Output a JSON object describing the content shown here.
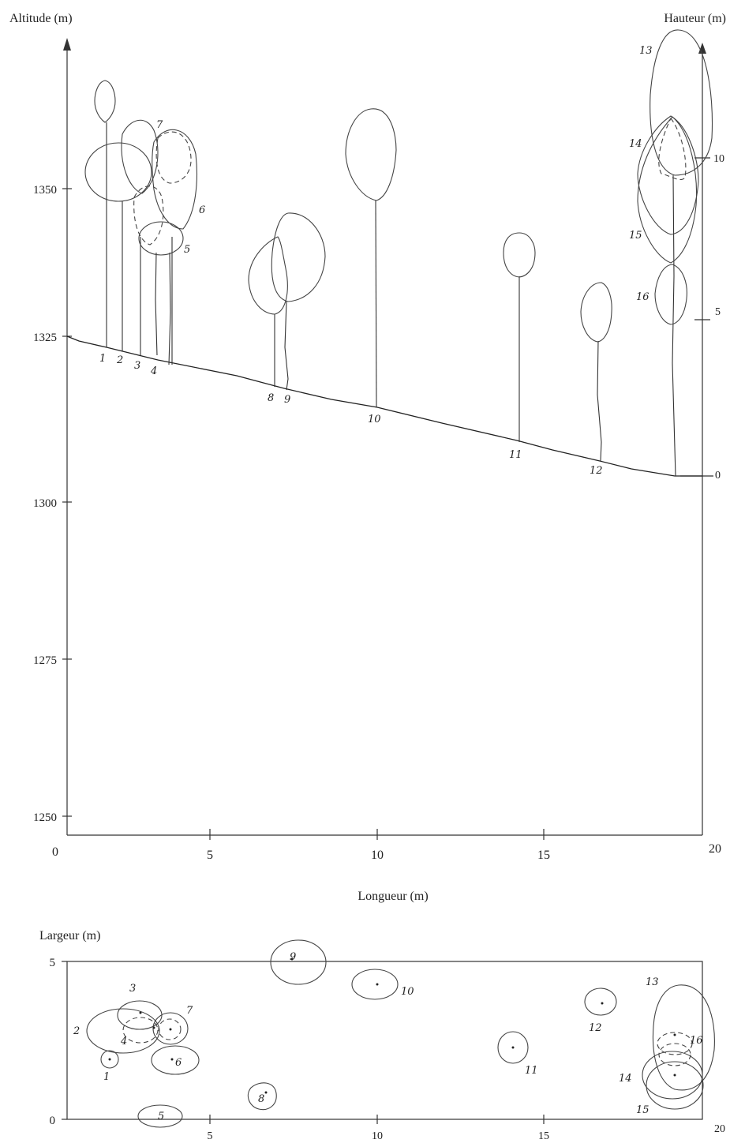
{
  "profile": {
    "left_axis_title": "Altitude (m)",
    "right_axis_title": "Hauteur (m)",
    "x_axis_title": "Longueur (m)",
    "altitude_ticks": [
      "1350",
      "1325",
      "1300",
      "1275",
      "1250"
    ],
    "height_ticks": [
      "10",
      "5",
      "0"
    ],
    "x_ticks": [
      "0",
      "5",
      "10",
      "15",
      "20"
    ],
    "tree_labels": [
      "1",
      "2",
      "3",
      "4",
      "5",
      "6",
      "7",
      "8",
      "9",
      "10",
      "11",
      "12",
      "13",
      "14",
      "15",
      "16"
    ]
  },
  "plan": {
    "y_axis_title": "Largeur (m)",
    "y_ticks": [
      "5",
      "0"
    ],
    "x_ticks": [
      "5",
      "10",
      "15",
      "20"
    ],
    "tree_labels": [
      "1",
      "2",
      "3",
      "4",
      "5",
      "6",
      "7",
      "8",
      "9",
      "10",
      "11",
      "12",
      "13",
      "14",
      "15",
      "16"
    ]
  }
}
